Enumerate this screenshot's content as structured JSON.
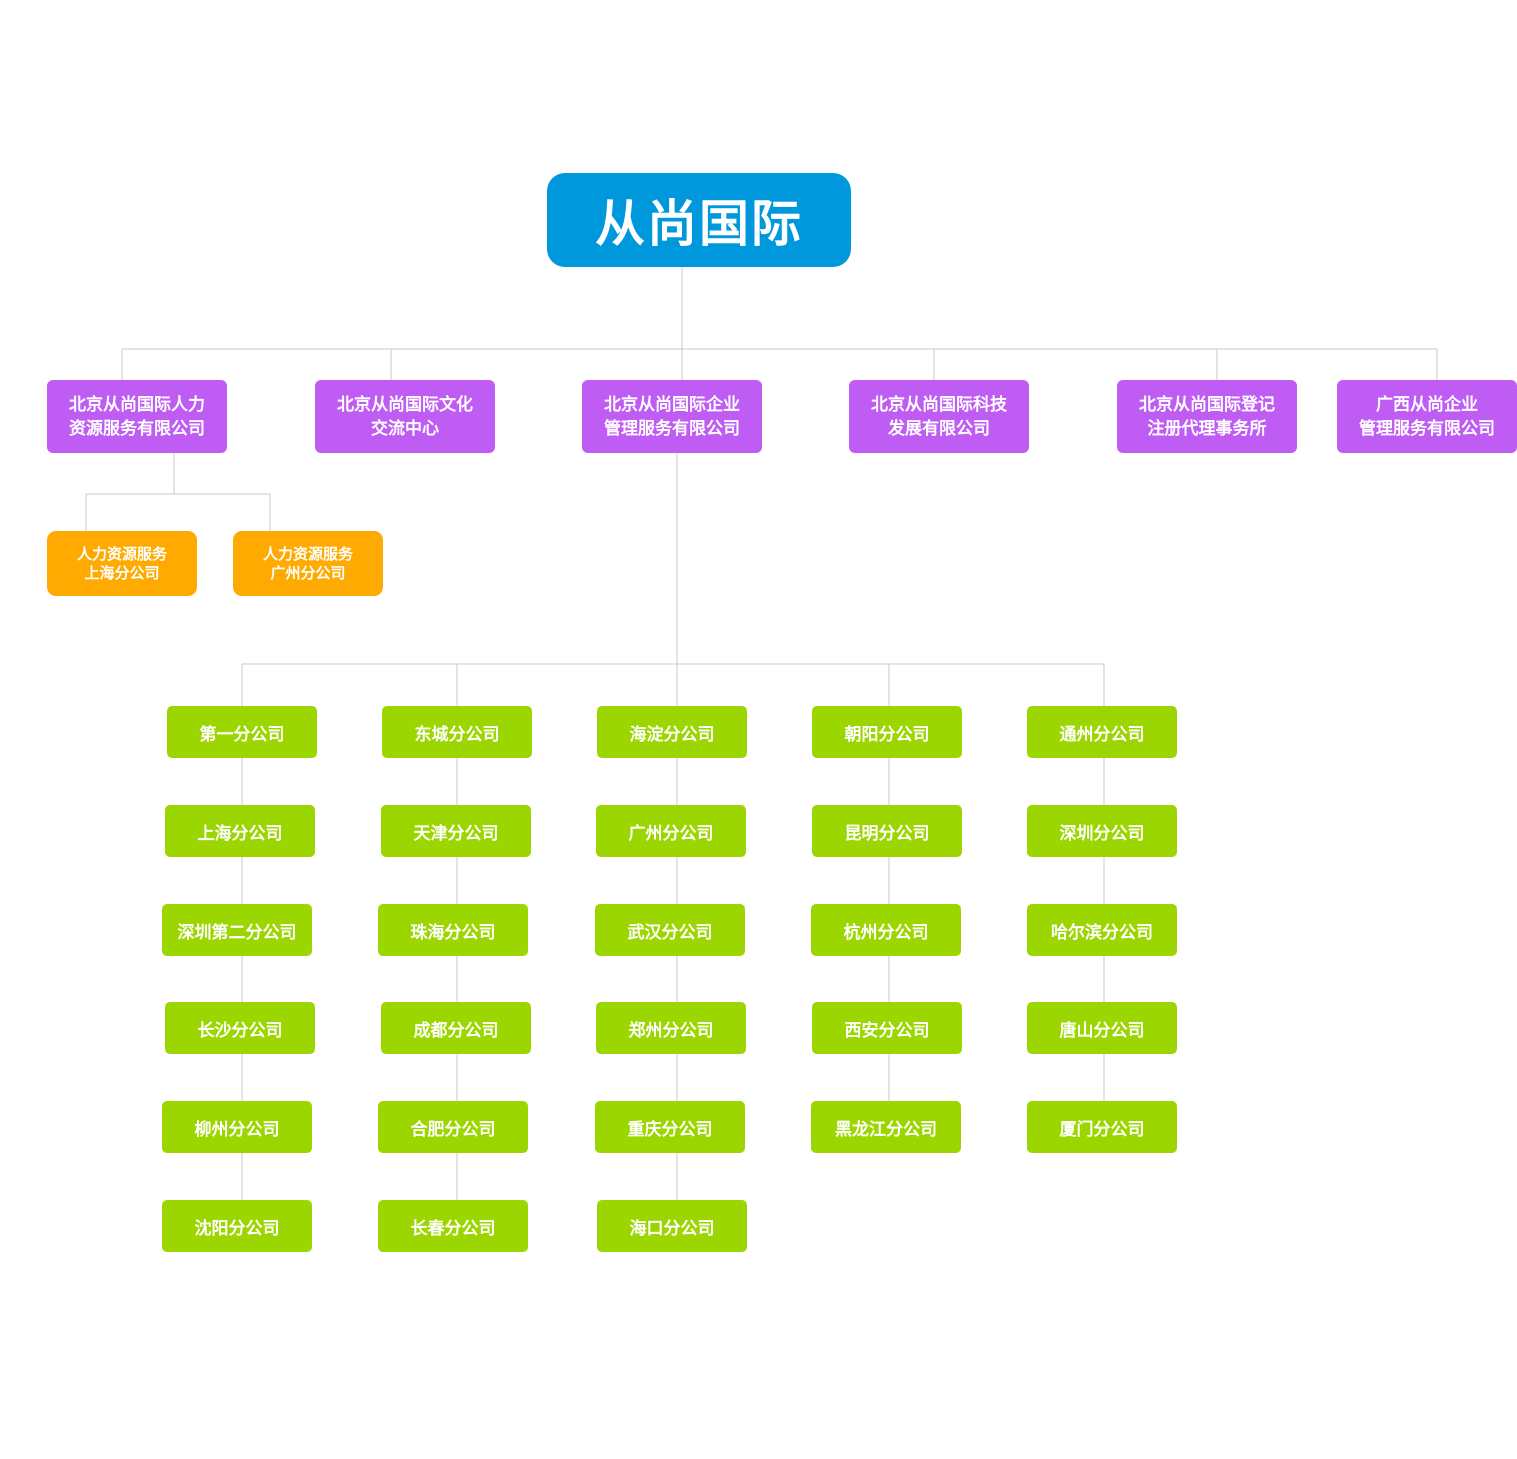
{
  "colors": {
    "root": "#0098dc",
    "level1": "#bf5cf4",
    "level2": "#ffaa00",
    "branch": "#9cd600",
    "connector": "#c8c8c8"
  },
  "root": {
    "label": "从尚国际"
  },
  "level1": [
    {
      "label": "北京从尚国际人力\n资源服务有限公司"
    },
    {
      "label": "北京从尚国际文化\n交流中心"
    },
    {
      "label": "北京从尚国际企业\n管理服务有限公司"
    },
    {
      "label": "北京从尚国际科技\n发展有限公司"
    },
    {
      "label": "北京从尚国际登记\n注册代理事务所"
    },
    {
      "label": "广西从尚企业\n管理服务有限公司"
    }
  ],
  "hr_branches": [
    {
      "label": "人力资源服务\n上海分公司"
    },
    {
      "label": "人力资源服务\n广州分公司"
    }
  ],
  "branch_columns": [
    [
      "第一分公司",
      "上海分公司",
      "深圳第二分公司",
      "长沙分公司",
      "柳州分公司",
      "沈阳分公司"
    ],
    [
      "东城分公司",
      "天津分公司",
      "珠海分公司",
      "成都分公司",
      "合肥分公司",
      "长春分公司"
    ],
    [
      "海淀分公司",
      "广州分公司",
      "武汉分公司",
      "郑州分公司",
      "重庆分公司",
      "海口分公司"
    ],
    [
      "朝阳分公司",
      "昆明分公司",
      "杭州分公司",
      "西安分公司",
      "黑龙江分公司"
    ],
    [
      "通州分公司",
      "深圳分公司",
      "哈尔滨分公司",
      "唐山分公司",
      "厦门分公司"
    ]
  ]
}
